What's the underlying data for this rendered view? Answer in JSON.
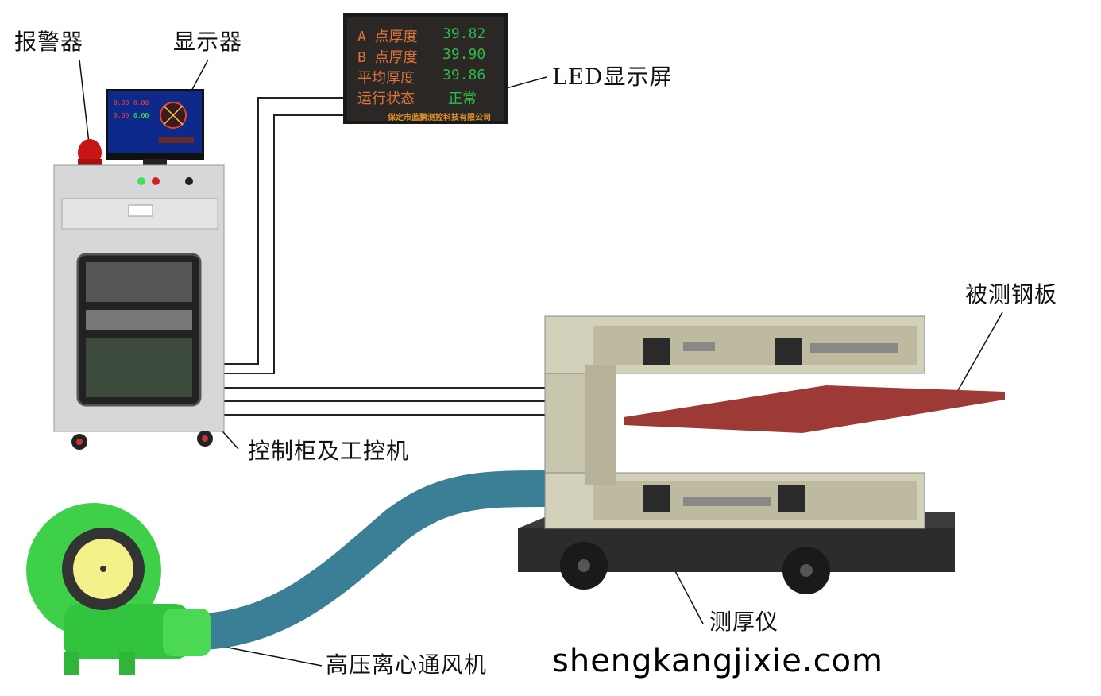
{
  "labels": {
    "alarm": "报警器",
    "display": "显示器",
    "led_screen": "LED显示屏",
    "steel_plate": "被测钢板",
    "cabinet": "控制柜及工控机",
    "gauge": "测厚仪",
    "blower": "高压离心通风机"
  },
  "led": {
    "rows": [
      {
        "name": "A 点厚度",
        "value": "39.82"
      },
      {
        "name": "B 点厚度",
        "value": "39.90"
      },
      {
        "name": "平均厚度",
        "value": "39.86"
      },
      {
        "name": "运行状态",
        "value": "正常"
      }
    ],
    "footer": "保定市蓝鹏测控科技有限公司"
  },
  "monitor": {
    "readings": [
      "0.00",
      "0.00",
      "0.00",
      "0.00"
    ]
  },
  "watermark": "shengkangjixie.com",
  "colors": {
    "plate": "#9e3a36",
    "frame": "#c9c6ae",
    "blower": "#3fd04a",
    "hose": "#3a7f95",
    "cart": "#2c2c2c"
  }
}
